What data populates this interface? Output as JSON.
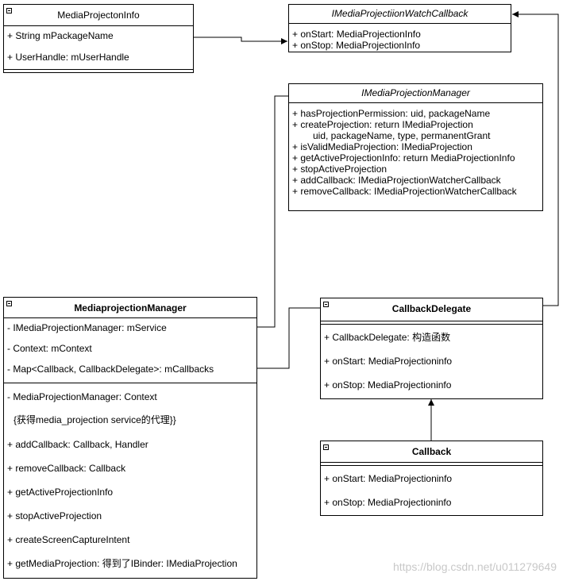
{
  "classes": {
    "media_projection_info": {
      "name": "MediaProjectonInfo",
      "fields": [
        "+ String mPackageName",
        "+ UserHandle: mUserHandle"
      ]
    },
    "watch_callback": {
      "name": "IMediaProjectiionWatchCallback",
      "methods": [
        "+ onStart: MediaProjectionInfo",
        "+ onStop: MediaProjectionInfo"
      ]
    },
    "iprojection_manager": {
      "name": "IMediaProjectionManager",
      "methods": [
        "+ hasProjectionPermission: uid, packageName",
        "+ createProjection: return IMediaProjection",
        "uid, packageName, type, permanentGrant",
        "+ isValidMediaProjection: IMediaProjection",
        "+ getActiveProjectionInfo: return MediaProjectionInfo",
        "+ stopActiveProjection",
        "+ addCallback: IMediaProjectionWatcherCallback",
        "+ removeCallback: IMediaProjectionWatcherCallback"
      ]
    },
    "projection_manager": {
      "name": "MediaprojectionManager",
      "fields": [
        "- IMediaProjectionManager: mService",
        "- Context: mContext",
        "- Map<Callback, CallbackDelegate>: mCallbacks"
      ],
      "methods": [
        "- MediaProjectionManager: Context",
        "{获得media_projection service的代理}}",
        "+ addCallback: Callback, Handler",
        "+ removeCallback: Callback",
        "+ getActiveProjectionInfo",
        "+ stopActiveProjection",
        "+ createScreenCaptureIntent",
        "+ getMediaProjection: 得到了IBinder: IMediaProjection"
      ]
    },
    "callback_delegate": {
      "name": "CallbackDelegate",
      "methods": [
        "+ CallbackDelegate: 构造函数",
        "+ onStart: MediaProjectioninfo",
        "+ onStop:  MediaProjectioninfo"
      ]
    },
    "callback": {
      "name": "Callback",
      "methods": [
        "+ onStart: MediaProjectioninfo",
        "+ onStop:  MediaProjectioninfo"
      ]
    }
  },
  "watermark": "https://blog.csdn.net/u011279649"
}
